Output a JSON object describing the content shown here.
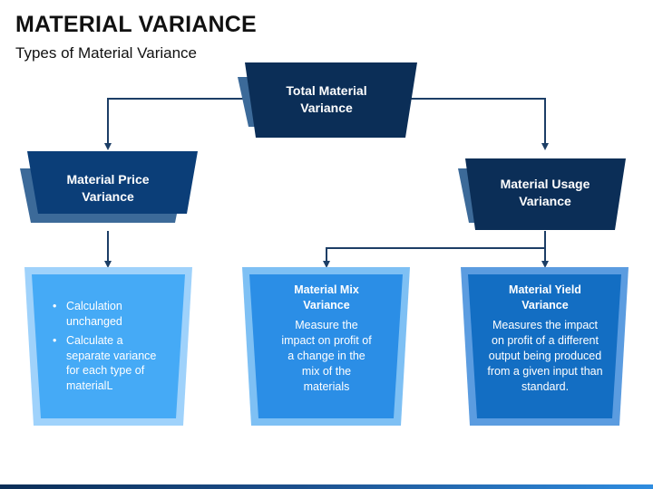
{
  "header": {
    "title": "MATERIAL VARIANCE",
    "subtitle": "Types of Material Variance"
  },
  "nodes": {
    "total": "Total Material Variance",
    "price": "Material Price Variance",
    "usage": "Material Usage Variance"
  },
  "cards": {
    "price_details": {
      "bullets": [
        "Calculation unchanged",
        "Calculate a separate variance for each type of materialL"
      ]
    },
    "mix": {
      "title": "Material Mix Variance",
      "body": "Measure the impact on profit of a change in the mix of the materials"
    },
    "yield": {
      "title": "Material Yield Variance",
      "body": "Measures the impact on profit of a different output being produced from a given input than standard."
    }
  },
  "colors": {
    "dark_navy": "#0b2e57",
    "mid_blue": "#3c6a99",
    "light_card": "#45aaf6",
    "mid_card": "#2b8ee6",
    "deep_card": "#136ec3",
    "connector": "#1c3e66"
  }
}
